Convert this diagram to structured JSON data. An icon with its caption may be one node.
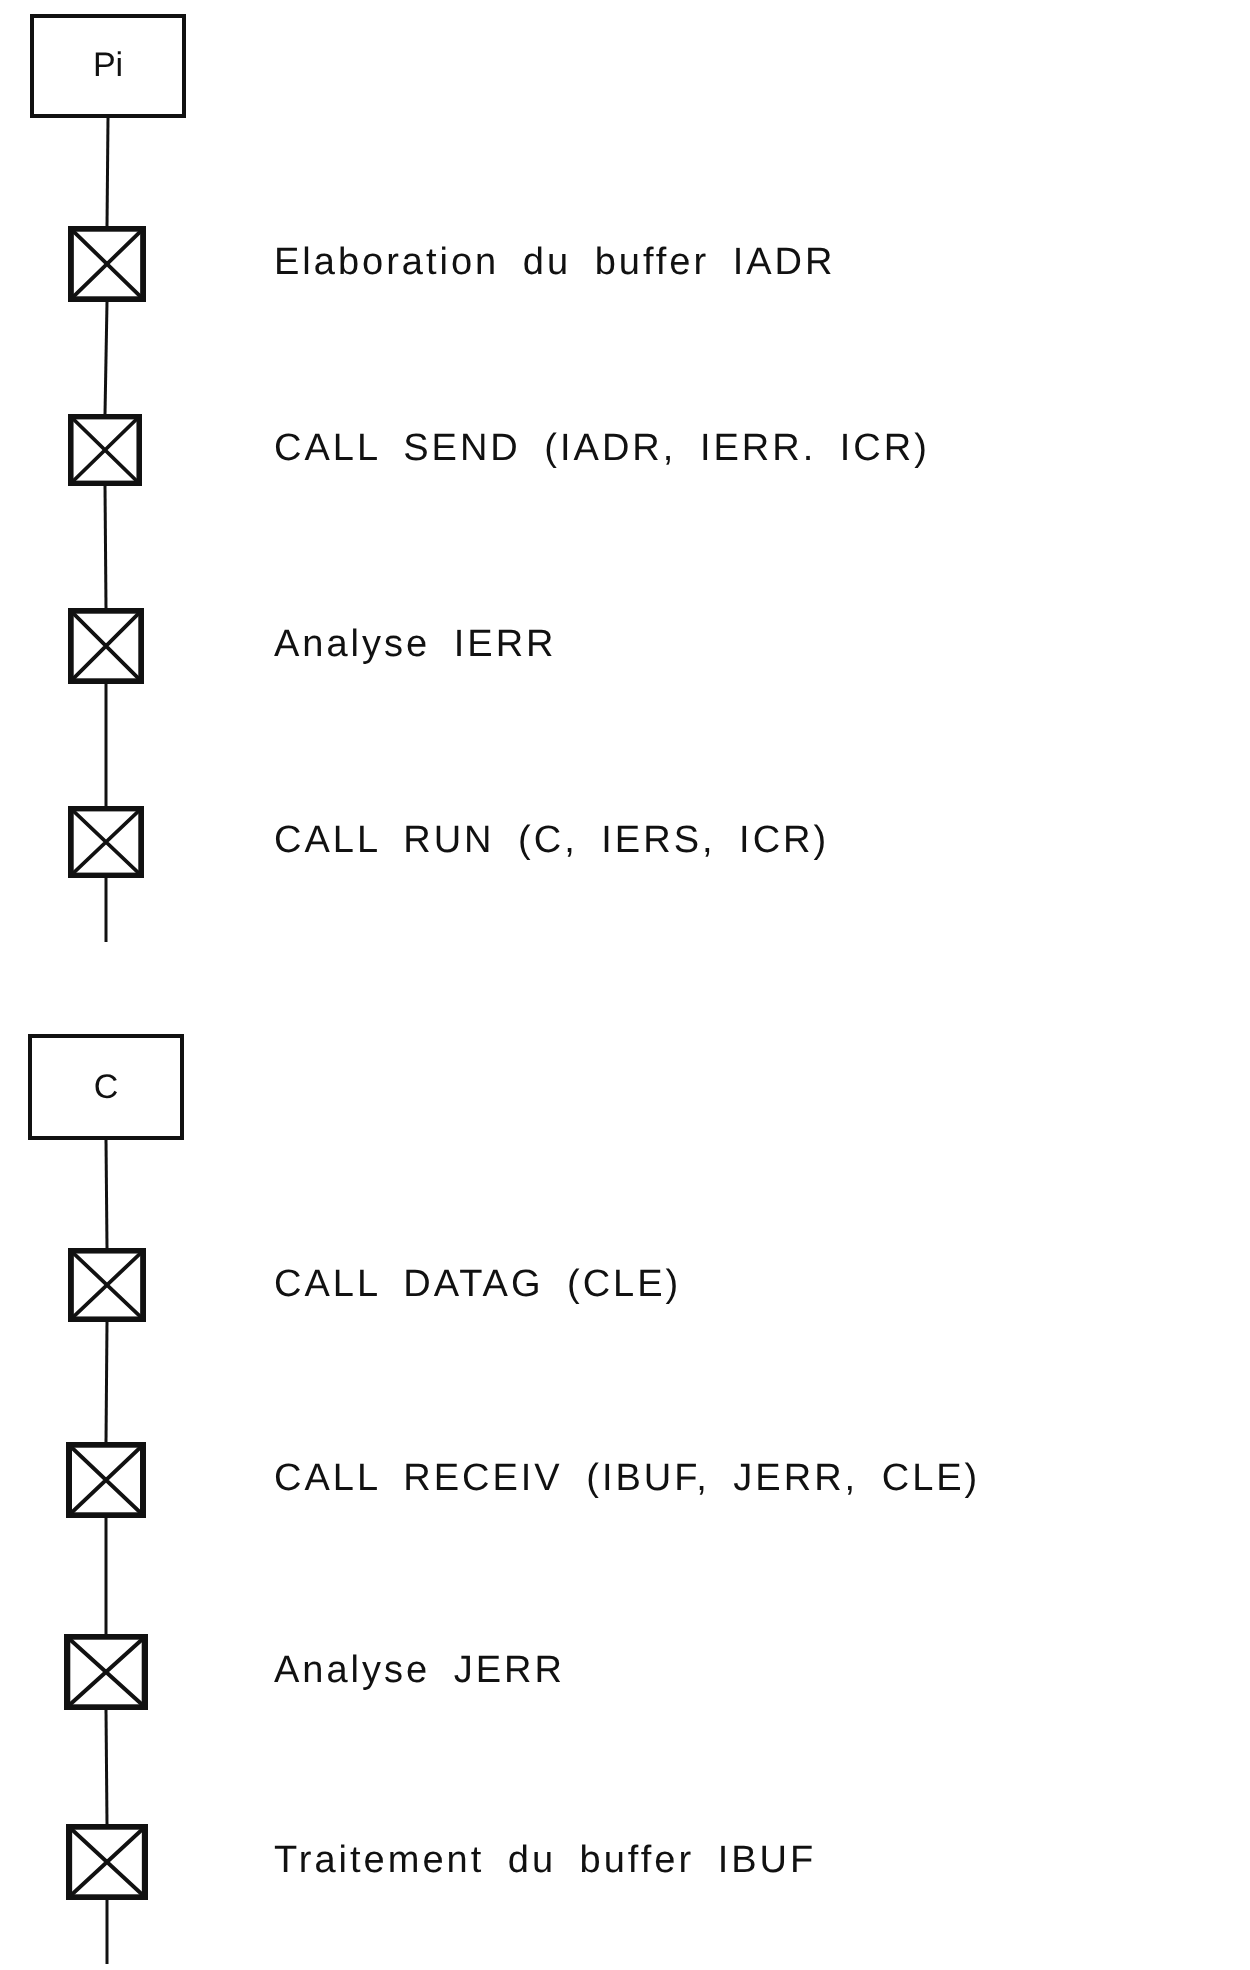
{
  "diagram": {
    "nodes": [
      {
        "text": [
          "Pi"
        ]
      },
      {
        "text": [],
        "shape": "box",
        "beside": [
          "Elaboration du buffer IADR"
        ]
      },
      {
        "text": [],
        "shape": "box",
        "beside": [
          "CALL SEND (IADR, IERR. ICR)"
        ]
      },
      {
        "text": [],
        "shape": "box",
        "beside": [
          "Analyse IERR"
        ]
      },
      {
        "text": [],
        "shape": "box",
        "beside": [
          "CALL RUN (C, IERS, ICR)"
        ]
      },
      {
        "text": [
          "C"
        ]
      },
      {
        "text": [],
        "shape": "box",
        "beside": [
          "CALL DATAG (CLE)"
        ]
      },
      {
        "text": [],
        "shape": "box",
        "beside": [
          "CALL RECEIV (IBUF, JERR, CLE)"
        ]
      },
      {
        "text": [],
        "shape": "box",
        "beside": [
          "Analyse JERR"
        ]
      },
      {
        "text": [],
        "shape": "box",
        "beside": [
          "Traitement du buffer IBUF"
        ]
      }
    ],
    "edges": [
      {
        "from": 0,
        "to": 1,
        "arrow": "none"
      },
      {
        "from": 1,
        "to": 2,
        "arrow": "none"
      },
      {
        "from": 2,
        "to": 3,
        "arrow": "none"
      },
      {
        "from": 3,
        "to": 4,
        "arrow": "none"
      },
      {
        "from": 4,
        "to": null,
        "arrow": "none"
      },
      {
        "from": 5,
        "to": 6,
        "arrow": "none"
      },
      {
        "from": 6,
        "to": 7,
        "arrow": "none"
      },
      {
        "from": 7,
        "to": 8,
        "arrow": "none"
      },
      {
        "from": 8,
        "to": 9,
        "arrow": "none"
      },
      {
        "from": 9,
        "to": null,
        "arrow": "none"
      }
    ]
  }
}
